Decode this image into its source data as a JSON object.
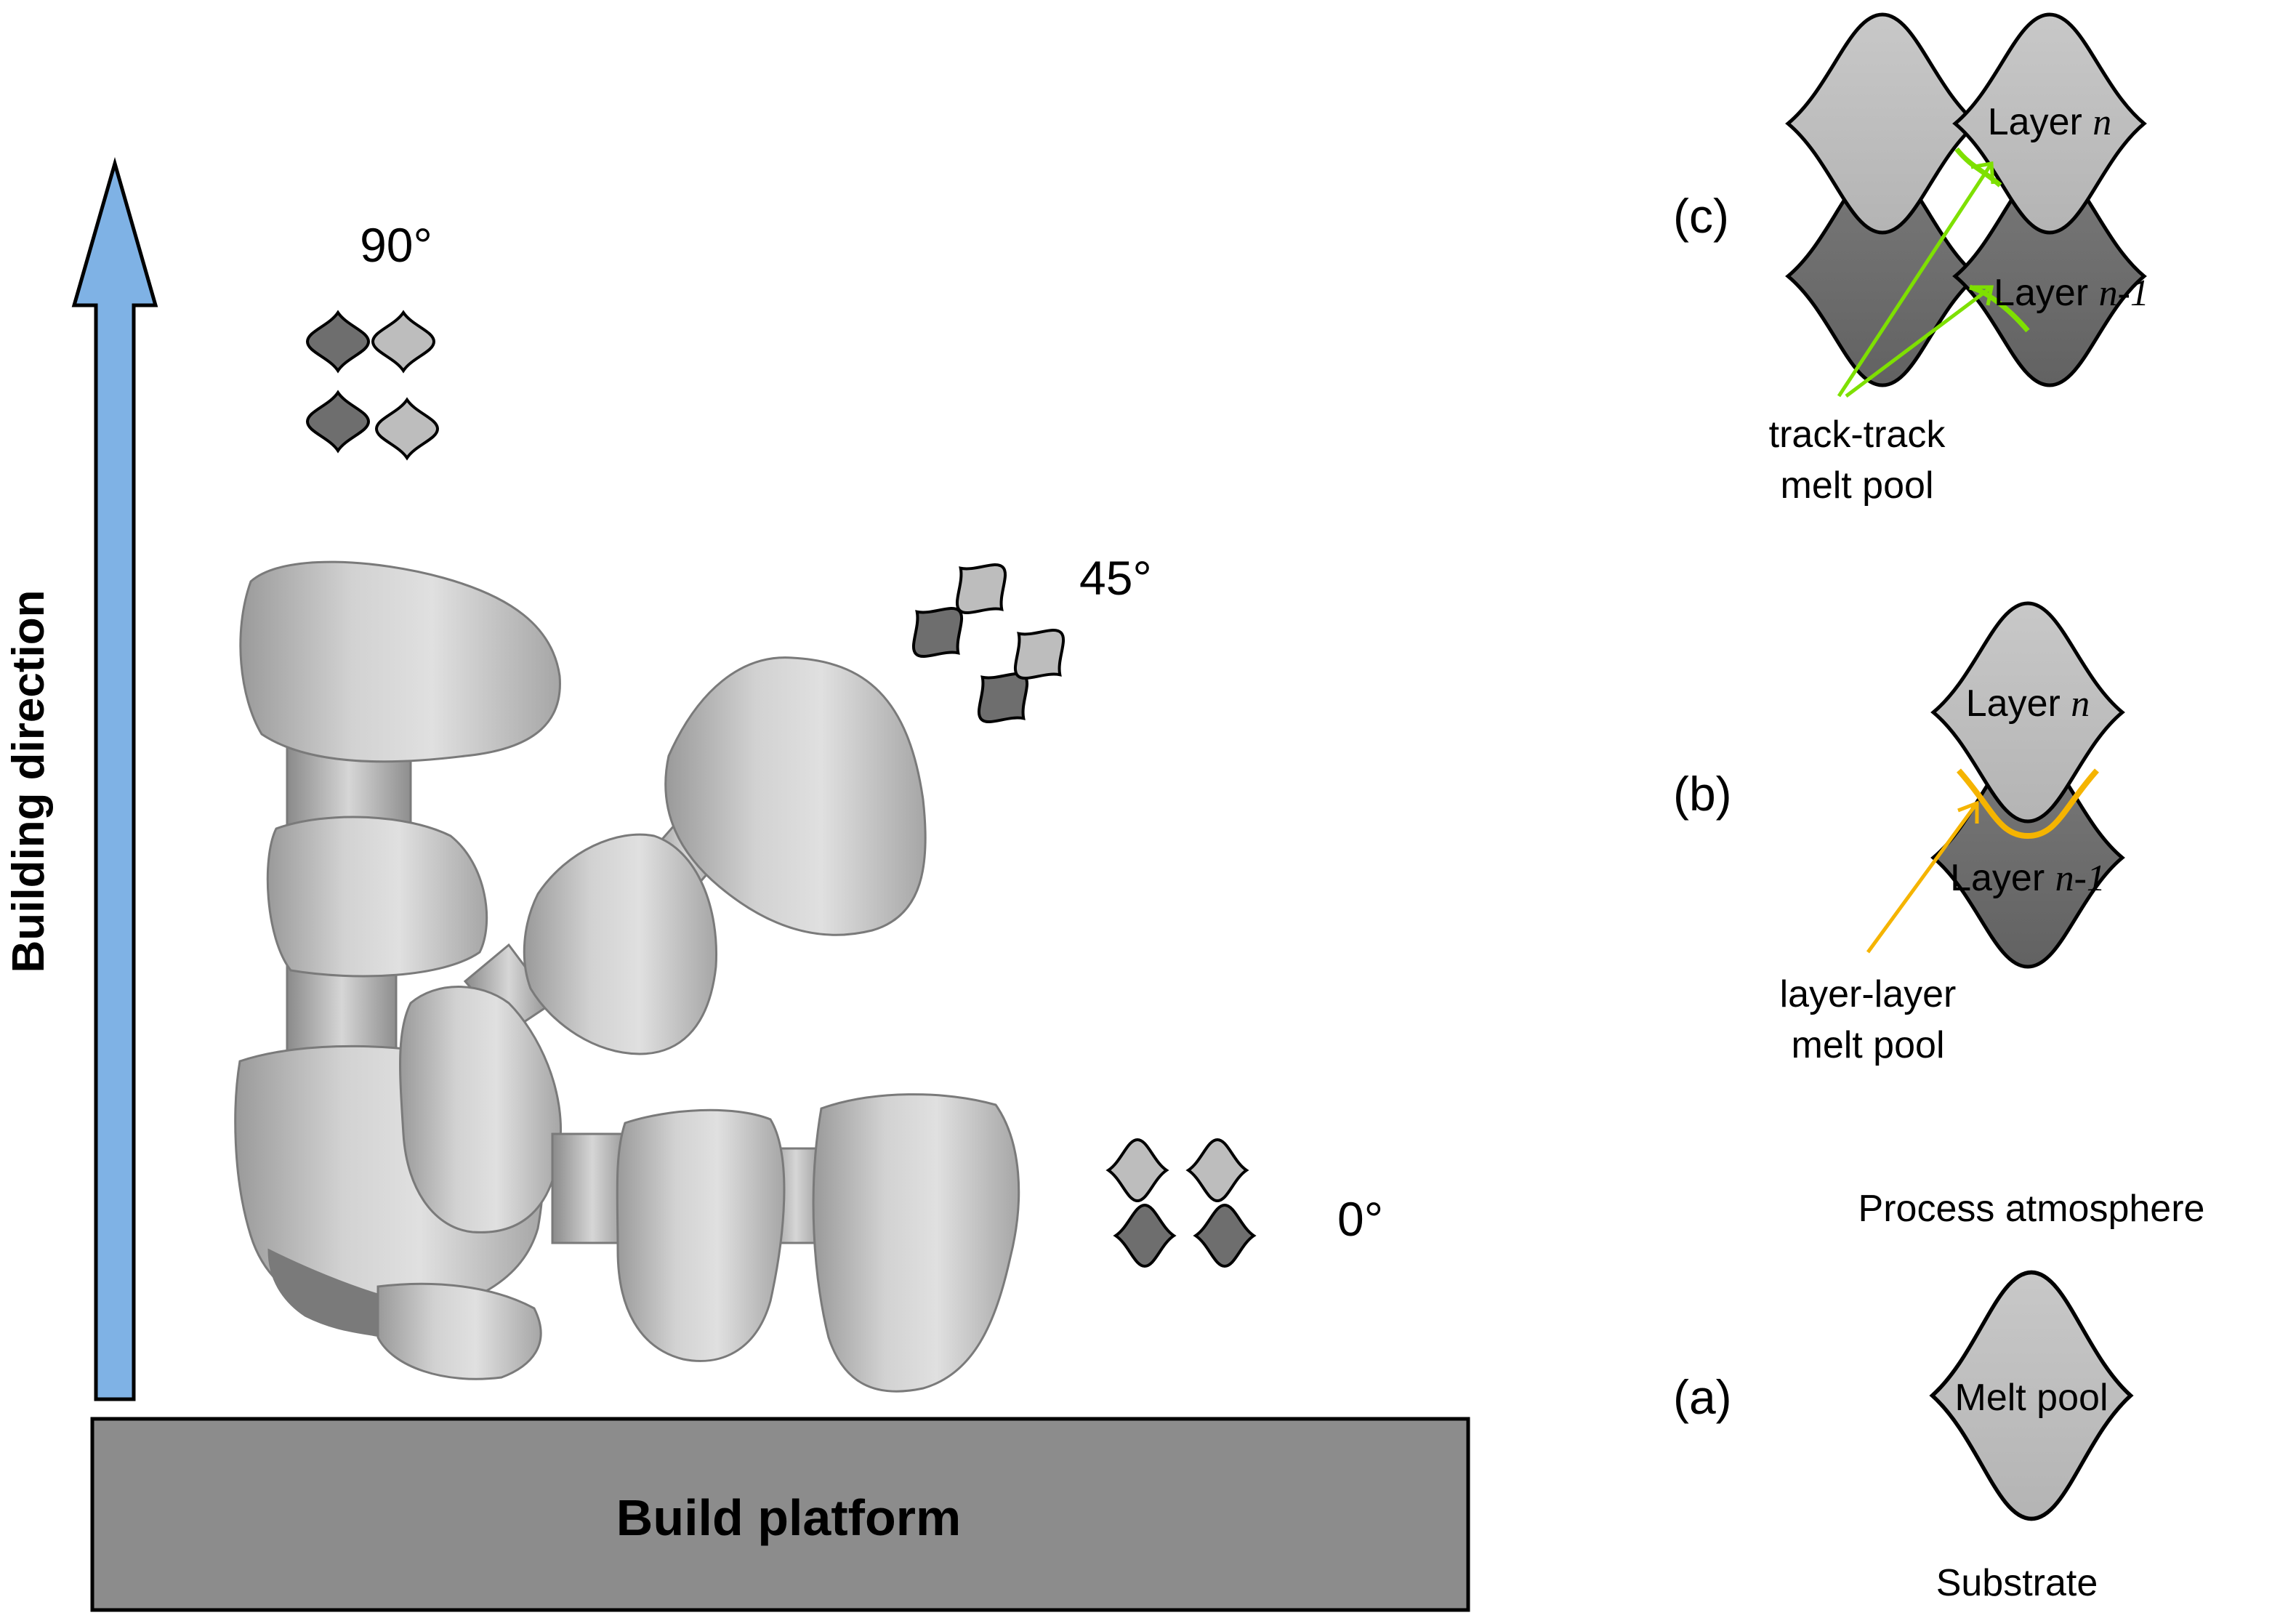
{
  "left_panel": {
    "building_direction": "Building direction",
    "build_platform": "Build platform",
    "angle_90": "90°",
    "angle_45": "45°",
    "angle_0": "0°"
  },
  "right_panel": {
    "c": {
      "tag": "(c)",
      "layer_n_prefix": "Layer ",
      "layer_n_var": "n",
      "layer_n1_prefix": "Layer ",
      "layer_n1_var": "n-1",
      "caption_line1": "track-track",
      "caption_line2": "melt pool"
    },
    "b": {
      "tag": "(b)",
      "layer_n_prefix": "Layer ",
      "layer_n_var": "n",
      "layer_n1_prefix": "Layer ",
      "layer_n1_var": "n-1",
      "caption_line1": "layer-layer",
      "caption_line2": "melt pool"
    },
    "a": {
      "tag": "(a)",
      "top_label": "Process atmosphere",
      "center_label": "Melt pool",
      "bottom_label": "Substrate"
    }
  },
  "colors": {
    "arrow_fill": "#7fb2e5",
    "platform_fill": "#8c8c8c",
    "light_pool": "#bdbdbd",
    "dark_pool": "#6e6e6e",
    "green_highlight": "#7ee000",
    "orange_highlight": "#f5b400"
  }
}
